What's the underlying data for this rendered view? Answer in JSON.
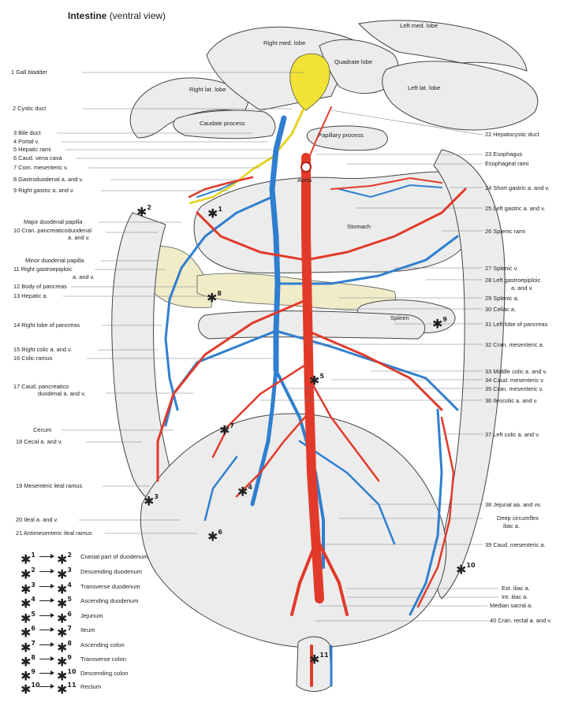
{
  "title": {
    "main": "Intestine",
    "sub": "(ventral view)"
  },
  "colors": {
    "artery": "#e23a2a",
    "vein": "#2f7fd0",
    "bile": "#f2e233",
    "pancreas": "#f1ecc8",
    "organ": "#ececec",
    "outline": "#444444"
  },
  "organ_labels": {
    "right_med_lobe": "Right med. lobe",
    "left_med_lobe": "Left med. lobe",
    "quadrate_lobe": "Quadrate lobe",
    "right_lat_lobe": "Right lat. lobe",
    "left_lat_lobe": "Left lat. lobe",
    "caudate_process": "Caudate process",
    "papillary_process": "Papillary process",
    "aorta": "Aorta",
    "stomach": "Stomach",
    "spleen": "Spleen"
  },
  "labels_left": [
    "1 Gall bladder",
    "2 Cystic duct",
    "3 Bile duct",
    "4 Portal v.",
    "5 Hepatic rami",
    "6 Caud. vena cava",
    "7 Com. mesenteric v.",
    "8 Gastroduodenal a. and v.",
    "9 Right gastric a. and v.",
    "Major duodenal papilla",
    "10 Cran. pancreaticoduodenal",
    "a. and v.",
    "Minor duodenal papilla",
    "11 Right gastroepiploic",
    "a. and v.",
    "12 Body of pancreas",
    "13 Hepatic a.",
    "14 Right lobe of pancreas",
    "15 Right colic a. and v.",
    "16 Colic ramus",
    "17 Caud. pancreatico",
    "duodenal a. and v.",
    "Cecum",
    "18 Cecal a. and v.",
    "19 Mesenteric ileal ramus",
    "20 Ileal a. and v.",
    "21 Antimesenteric ileal ramus"
  ],
  "labels_right": [
    "22 Hepatocystic duct",
    "23 Esophagus",
    "Esophageal rami",
    "24 Short gastric a. and v.",
    "25 Left gastric a. and v.",
    "26 Splenic rami",
    "27 Splenic v.",
    "28 Left gastroepiploic",
    "a. and v.",
    "29 Splenic a.",
    "30 Celiac a.",
    "31 Left lobe of pancreas",
    "32 Cran. mesenteric a.",
    "33 Middle colic a. and v.",
    "34 Caud. mesenteric v.",
    "35 Cran. mesenteric v.",
    "36 Ileocolic a. and v.",
    "37 Left colic a. and v.",
    "38 Jejunal aa. and vv.",
    "Deep circumflex",
    "iliac a.",
    "39 Caud. mesenteric a.",
    "Ext. iliac a.",
    "Int. iliac a.",
    "Median sacral a.",
    "40 Cran. rectal a. and v."
  ],
  "markers": [
    "1",
    "2",
    "3",
    "4",
    "5",
    "6",
    "7",
    "8",
    "9",
    "10",
    "11"
  ],
  "legend": [
    {
      "from": "1",
      "to": "2",
      "label": "Cranial part of duodenum"
    },
    {
      "from": "2",
      "to": "3",
      "label": "Descending duodenum"
    },
    {
      "from": "3",
      "to": "4",
      "label": "Transverse duodenum"
    },
    {
      "from": "4",
      "to": "5",
      "label": "Ascending duodenum"
    },
    {
      "from": "5",
      "to": "6",
      "label": "Jejunum"
    },
    {
      "from": "6",
      "to": "7",
      "label": "Ileum"
    },
    {
      "from": "7",
      "to": "8",
      "label": "Ascending colon"
    },
    {
      "from": "8",
      "to": "9",
      "label": "Transverse colon"
    },
    {
      "from": "9",
      "to": "10",
      "label": "Descending colon"
    },
    {
      "from": "10",
      "to": "11",
      "label": "Rectum"
    }
  ]
}
